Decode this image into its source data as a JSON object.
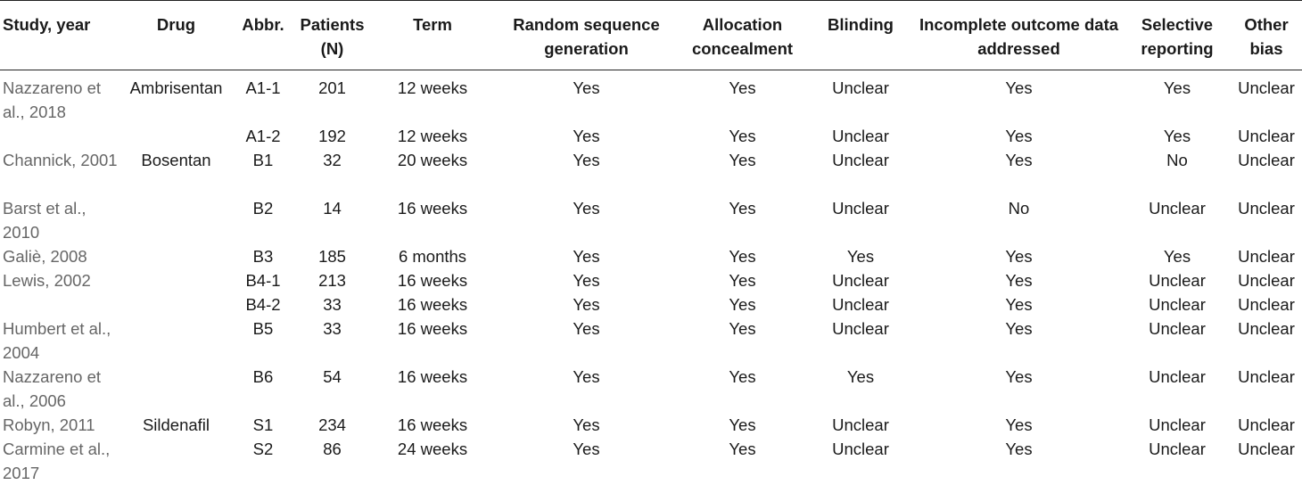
{
  "table": {
    "headers": [
      "Study, year",
      "Drug",
      "Abbr.",
      "Patients (N)",
      "Term",
      "Random sequence generation",
      "Allocation concealment",
      "Blinding",
      "Incomplete outcome data addressed",
      "Selective reporting",
      "Other bias"
    ],
    "rows": [
      [
        "Nazzareno et al., 2018",
        "Ambrisentan",
        "A1-1",
        "201",
        "12 weeks",
        "Yes",
        "Yes",
        "Unclear",
        "Yes",
        "Yes",
        "Unclear"
      ],
      [
        "",
        "",
        "A1-2",
        "192",
        "12 weeks",
        "Yes",
        "Yes",
        "Unclear",
        "Yes",
        "Yes",
        "Unclear"
      ],
      [
        "Channick, 2001",
        "Bosentan",
        "B1",
        "32",
        "20 weeks",
        "Yes",
        "Yes",
        "Unclear",
        "Yes",
        "No",
        "Unclear"
      ],
      [
        "Barst et al., 2010",
        "",
        "B2",
        "14",
        "16 weeks",
        "Yes",
        "Yes",
        "Unclear",
        "No",
        "Unclear",
        "Unclear"
      ],
      [
        "Galiè, 2008",
        "",
        "B3",
        "185",
        "6 months",
        "Yes",
        "Yes",
        "Yes",
        "Yes",
        "Yes",
        "Unclear"
      ],
      [
        "Lewis, 2002",
        "",
        "B4-1",
        "213",
        "16 weeks",
        "Yes",
        "Yes",
        "Unclear",
        "Yes",
        "Unclear",
        "Unclear"
      ],
      [
        "",
        "",
        "B4-2",
        "33",
        "16 weeks",
        "Yes",
        "Yes",
        "Unclear",
        "Yes",
        "Unclear",
        "Unclear"
      ],
      [
        "Humbert et al., 2004",
        "",
        "B5",
        "33",
        "16 weeks",
        "Yes",
        "Yes",
        "Unclear",
        "Yes",
        "Unclear",
        "Unclear"
      ],
      [
        "Nazzareno et al., 2006",
        "",
        "B6",
        "54",
        "16 weeks",
        "Yes",
        "Yes",
        "Yes",
        "Yes",
        "Unclear",
        "Unclear"
      ],
      [
        "Robyn, 2011",
        "Sildenafil",
        "S1",
        "234",
        "16 weeks",
        "Yes",
        "Yes",
        "Unclear",
        "Yes",
        "Unclear",
        "Unclear"
      ],
      [
        "Carmine et al., 2017",
        "",
        "S2",
        "86",
        "24 weeks",
        "Yes",
        "Yes",
        "Unclear",
        "Yes",
        "Unclear",
        "Unclear"
      ]
    ]
  }
}
